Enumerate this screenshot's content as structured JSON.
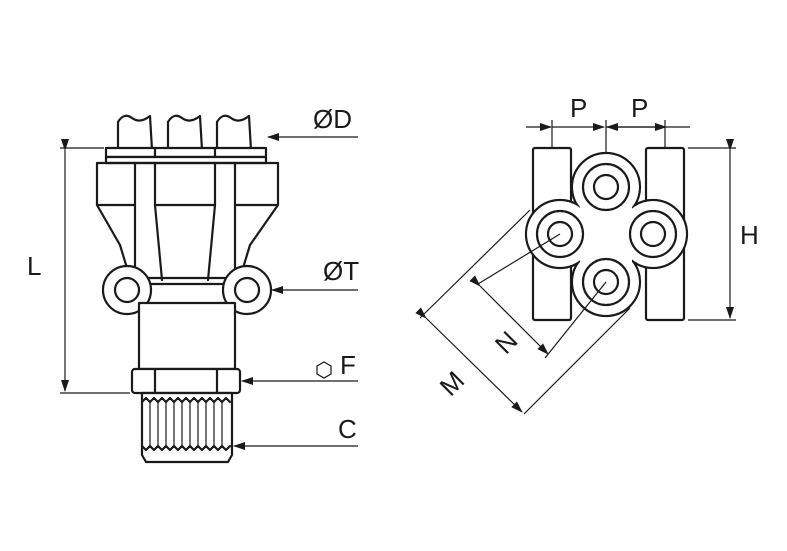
{
  "labels": {
    "od": "ØD",
    "ot": "ØT",
    "f": "F",
    "c": "C",
    "l": "L",
    "p_left": "P",
    "p_right": "P",
    "h": "H",
    "n": "N",
    "m": "M"
  },
  "icons": {
    "hexagon": "hexagon-icon"
  },
  "colors": {
    "line": "#1a1a1a",
    "background": "#ffffff"
  }
}
